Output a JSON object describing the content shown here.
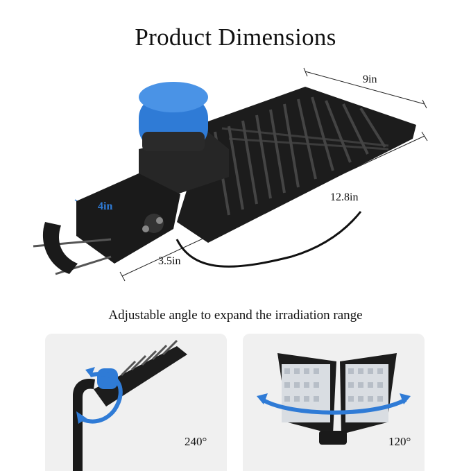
{
  "title": "Product Dimensions",
  "dimensions": {
    "width": "9in",
    "length": "12.8in",
    "bracket_width": "4in",
    "bracket_depth": "3.5in"
  },
  "subtitle": "Adjustable angle to expand the irradiation range",
  "angles": {
    "left": "240°",
    "right": "120°"
  },
  "colors": {
    "accent_blue": "#2f7bd6",
    "fixture_black": "#1c1c1c",
    "panel_bg": "#f0f0f0"
  }
}
